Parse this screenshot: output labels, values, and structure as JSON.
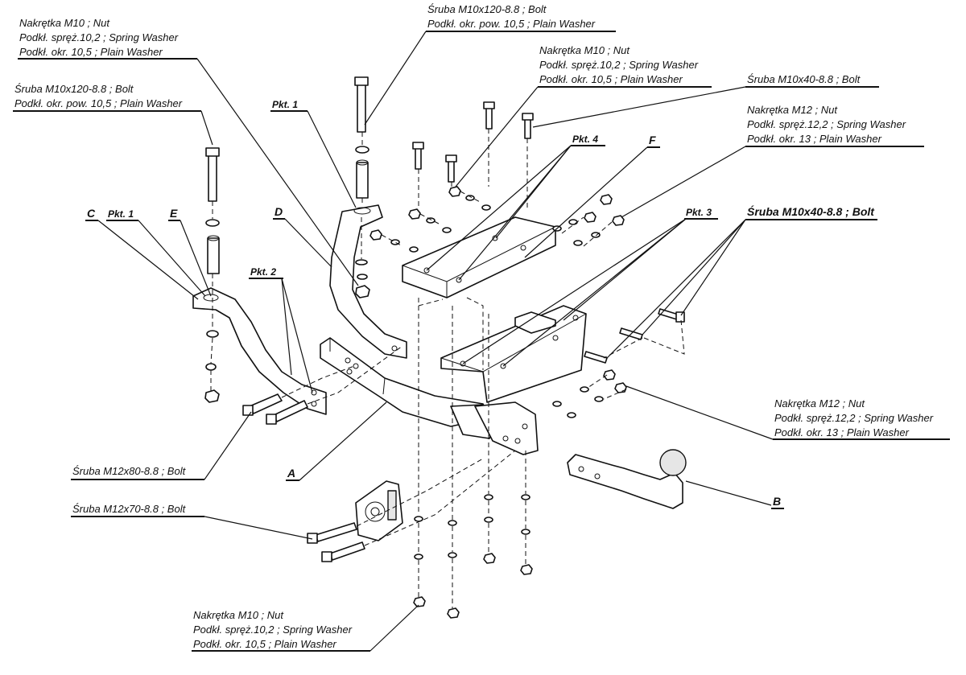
{
  "callouts": {
    "top_left_nut": [
      "Nakrętka  M10 ; Nut",
      "Podkł. spręż.10,2 ; Spring Washer",
      "Podkł. okr. 10,5 ; Plain Washer"
    ],
    "left_bolt": [
      "Śruba M10x120-8.8 ;  Bolt",
      "Podkł. okr. pow. 10,5 ; Plain Washer"
    ],
    "top_bolt": [
      "Śruba M10x120-8.8 ;  Bolt",
      "Podkł. okr. pow. 10,5 ; Plain Washer"
    ],
    "top_right_nut": [
      "Nakrętka  M10 ; Nut",
      "Podkł. spręż.10,2 ; Spring Washer",
      "Podkł. okr. 10,5 ; Plain Washer"
    ],
    "top_right_bolt": [
      "Śruba M10x40-8.8 ;  Bolt"
    ],
    "right_nut_m12_upper": [
      "Nakrętka  M12 ; Nut",
      "Podkł. spręż.12,2 ; Spring Washer",
      "Podkł. okr. 13 ; Plain Washer"
    ],
    "right_bolt_bold": [
      "Śruba M10x40-8.8 ;  Bolt"
    ],
    "right_nut_m12_lower": [
      "Nakrętka  M12 ; Nut",
      "Podkł. spręż.12,2 ; Spring Washer",
      "Podkł. okr. 13 ; Plain Washer"
    ],
    "bolt_m12x80": [
      "Śruba M12x80-8.8 ;  Bolt"
    ],
    "bolt_m12x70": [
      "Śruba M12x70-8.8 ;  Bolt"
    ],
    "bottom_nut": [
      "Nakrętka  M10 ; Nut",
      "Podkł. spręż.10,2 ; Spring Washer",
      "Podkł. okr. 10,5 ; Plain Washer"
    ]
  },
  "tags": {
    "pkt1_top": "Pkt. 1",
    "pkt1_left": "Pkt. 1",
    "pkt2": "Pkt. 2",
    "pkt3": "Pkt. 3",
    "pkt4": "Pkt. 4",
    "letter_c": "C",
    "letter_e": "E",
    "letter_d": "D",
    "letter_f": "F",
    "letter_a": "A",
    "letter_b": "B"
  }
}
